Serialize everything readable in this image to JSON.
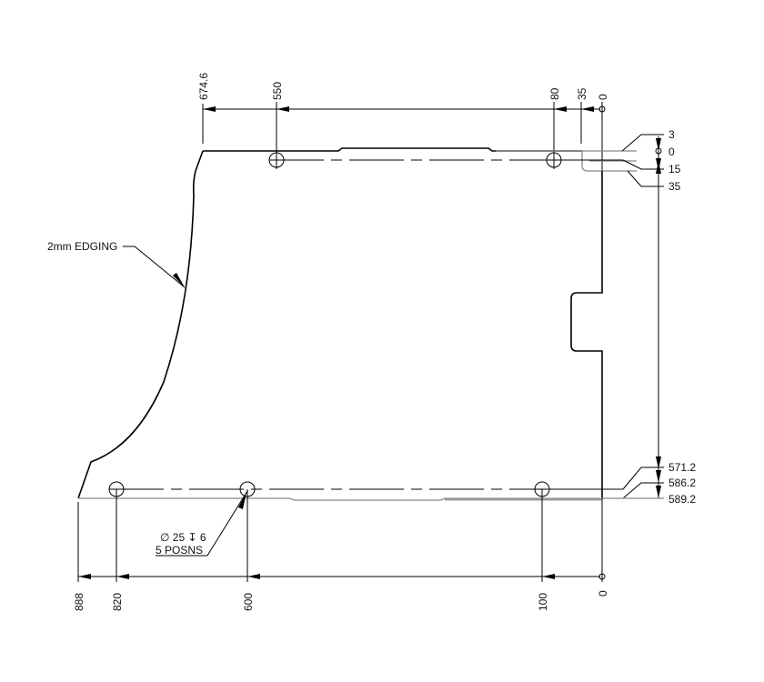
{
  "drawing": {
    "top_dimensions": [
      "674.6",
      "550",
      "80",
      "35",
      "0"
    ],
    "right_top_dimensions": [
      "3",
      "0",
      "15",
      "35"
    ],
    "right_bottom_dimensions": [
      "571.2",
      "586.2",
      "589.2"
    ],
    "bottom_dimensions": [
      "888",
      "820",
      "600",
      "100",
      "0"
    ],
    "edging_label": "2mm EDGING",
    "hole_spec_line1": "∅ 25 ↧ 6",
    "hole_spec_line2": "5 POSNS"
  }
}
